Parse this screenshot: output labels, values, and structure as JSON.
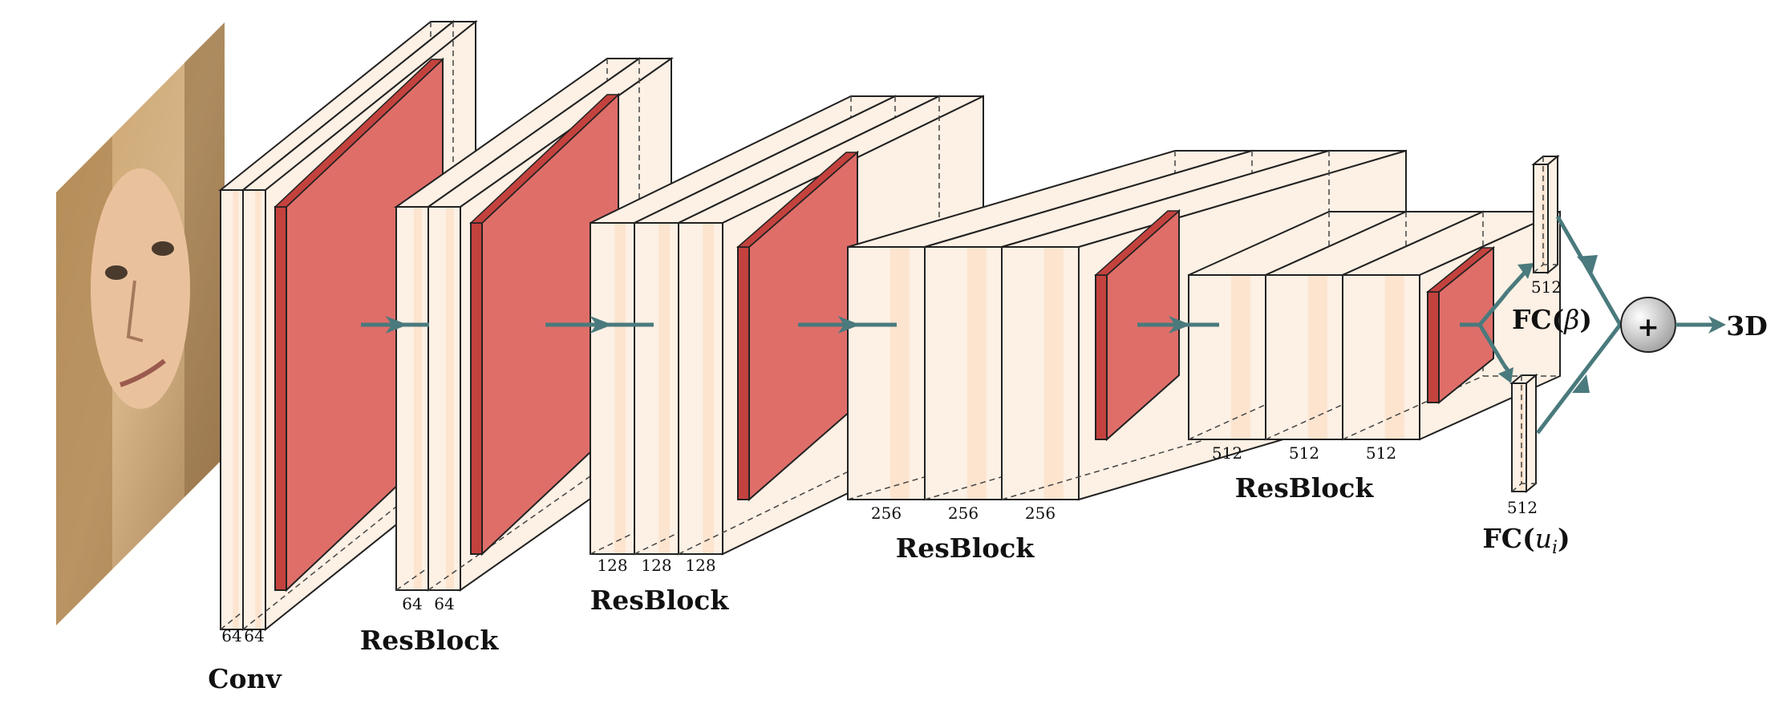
{
  "stages": [
    {
      "name": "Conv",
      "channels": [
        "64",
        "64"
      ]
    },
    {
      "name": "ResBlock",
      "channels": [
        "64",
        "64"
      ]
    },
    {
      "name": "ResBlock",
      "channels": [
        "128",
        "128",
        "128"
      ]
    },
    {
      "name": "ResBlock",
      "channels": [
        "256",
        "256",
        "256"
      ]
    },
    {
      "name": "ResBlock",
      "channels": [
        "512",
        "512",
        "512"
      ]
    }
  ],
  "fc_beta": {
    "label": "FC",
    "symbol": "β",
    "size": "512"
  },
  "fc_u": {
    "label": "FC",
    "symbol": "u",
    "subscript": "i",
    "size": "512"
  },
  "sum_symbol": "+",
  "output": "3D",
  "colors": {
    "block_fill": "#fdf0e4",
    "stripe_fill": "#fbe1c9",
    "pool_fill": "#df6e69",
    "pool_edge": "#c4423e",
    "arrow": "#4a7a7d"
  },
  "icons": {
    "input_image": "face-photo-icon",
    "sum": "sum-circle-icon"
  }
}
